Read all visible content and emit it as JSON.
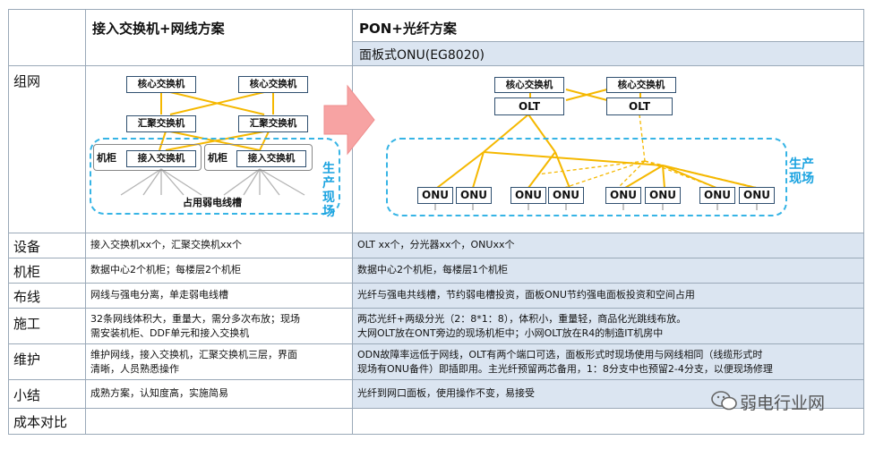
{
  "headers": {
    "col1": "接入交换机+网线方案",
    "col2": "PON+光纤方案",
    "col2_sub": "面板式ONU(EG8020)"
  },
  "rows": [
    {
      "label": "组网"
    },
    {
      "label": "设备",
      "left": "接入交换机xx个，汇聚交换机xx个",
      "right": "OLT xx个，分光器xx个，ONUxx个"
    },
    {
      "label": "机柜",
      "left": "数据中心2个机柜；每楼层2个机柜",
      "right": "数据中心2个机柜，每楼层1个机柜"
    },
    {
      "label": "布线",
      "left": "网线与强电分离，单走弱电线槽",
      "right": "光纤与强电共线槽，节约弱电槽投资，面板ONU节约强电面板投资和空间占用"
    },
    {
      "label": "施工",
      "left_lines": [
        "32条网线体积大，重量大，需分多次布放；现场",
        "需安装机柜、DDF单元和接入交换机"
      ],
      "right_lines": [
        "两芯光纤+两级分光（2：8*1：8），体积小，重量轻，商品化光跳线布放。",
        "大网OLT放在ONT旁边的现场机柜中；小网OLT放在R4的制造IT机房中"
      ]
    },
    {
      "label": "维护",
      "left_lines": [
        "维护网线，接入交换机，汇聚交换机三层，界面",
        "清晰，人员熟悉操作"
      ],
      "right_lines": [
        "ODN故障率远低于网线，OLT有两个端口可选，面板形式时现场使用与网线相同（线缆形式时",
        "现场有ONU备件）即插即用。主光纤预留两芯备用，1：8分支中也预留2-4分支，以便现场修理"
      ]
    },
    {
      "label": "小结",
      "left": "成熟方案，认知度高，实施简易",
      "right": "光纤到网口面板，使用操作不变，易接受"
    },
    {
      "label": "成本对比",
      "left": "",
      "right": ""
    }
  ],
  "diagram_left": {
    "core": [
      "核心交换机",
      "核心交换机"
    ],
    "agg": [
      "汇聚交换机",
      "汇聚交换机"
    ],
    "cabinet_label": "机柜",
    "access": [
      "接入交换机",
      "接入交换机"
    ],
    "duct": "占用弱电线槽",
    "site": "生产现场"
  },
  "diagram_right": {
    "core": [
      "核心交换机",
      "核心交换机"
    ],
    "olt": [
      "OLT",
      "OLT"
    ],
    "onu": [
      "ONU",
      "ONU",
      "ONU",
      "ONU",
      "ONU",
      "ONU",
      "ONU",
      "ONU"
    ],
    "site": "生产现场"
  },
  "watermark": "弱电行业网",
  "colors": {
    "header_bg": "#dbe5f1",
    "site_border": "#36b4e5",
    "fiber": "#f5b800",
    "arrow": "#f58b8b"
  }
}
